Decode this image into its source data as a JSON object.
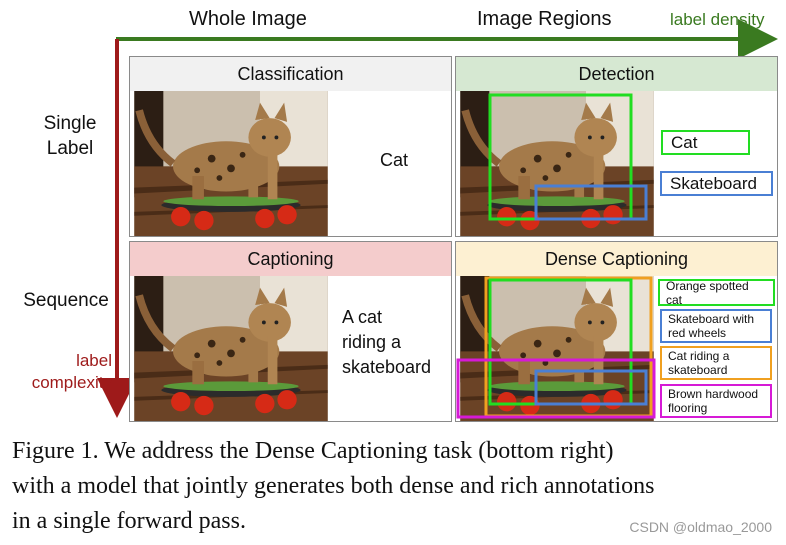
{
  "axes": {
    "top_left_label": "Whole Image",
    "top_right_label": "Image Regions",
    "density_label": "label density",
    "row1_label": "Single Label",
    "row2_label": "Sequence",
    "complexity_label_line1": "label",
    "complexity_label_line2": "complexity",
    "density_color": "#3a7a20",
    "complexity_color": "#9e1a1a"
  },
  "panels": {
    "classification": {
      "title": "Classification",
      "output": "Cat",
      "header_color": "#f1f1f1"
    },
    "detection": {
      "title": "Detection",
      "header_color": "#d6e8d2",
      "labels": [
        {
          "text": "Cat",
          "color": "#22dd22"
        },
        {
          "text": "Skateboard",
          "color": "#4a7fd4"
        }
      ]
    },
    "captioning": {
      "title": "Captioning",
      "header_color": "#f4cccc",
      "output_lines": [
        "A cat",
        "riding a",
        "skateboard"
      ]
    },
    "dense_captioning": {
      "title": "Dense Captioning",
      "header_color": "#fdf0d2",
      "labels": [
        {
          "text": "Orange spotted cat",
          "color": "#22dd22"
        },
        {
          "text": "Skateboard with red wheels",
          "color": "#4a7fd4"
        },
        {
          "text": "Cat riding a skateboard",
          "color": "#f0a020"
        },
        {
          "text": "Brown hardwood flooring",
          "color": "#d61ad6"
        }
      ]
    }
  },
  "caption": {
    "lines": [
      "Figure 1. We address the Dense Captioning task (bottom right)",
      "with a model that jointly generates both dense and rich annotations",
      "in a single forward pass."
    ]
  },
  "watermark": "CSDN @oldmao_2000"
}
